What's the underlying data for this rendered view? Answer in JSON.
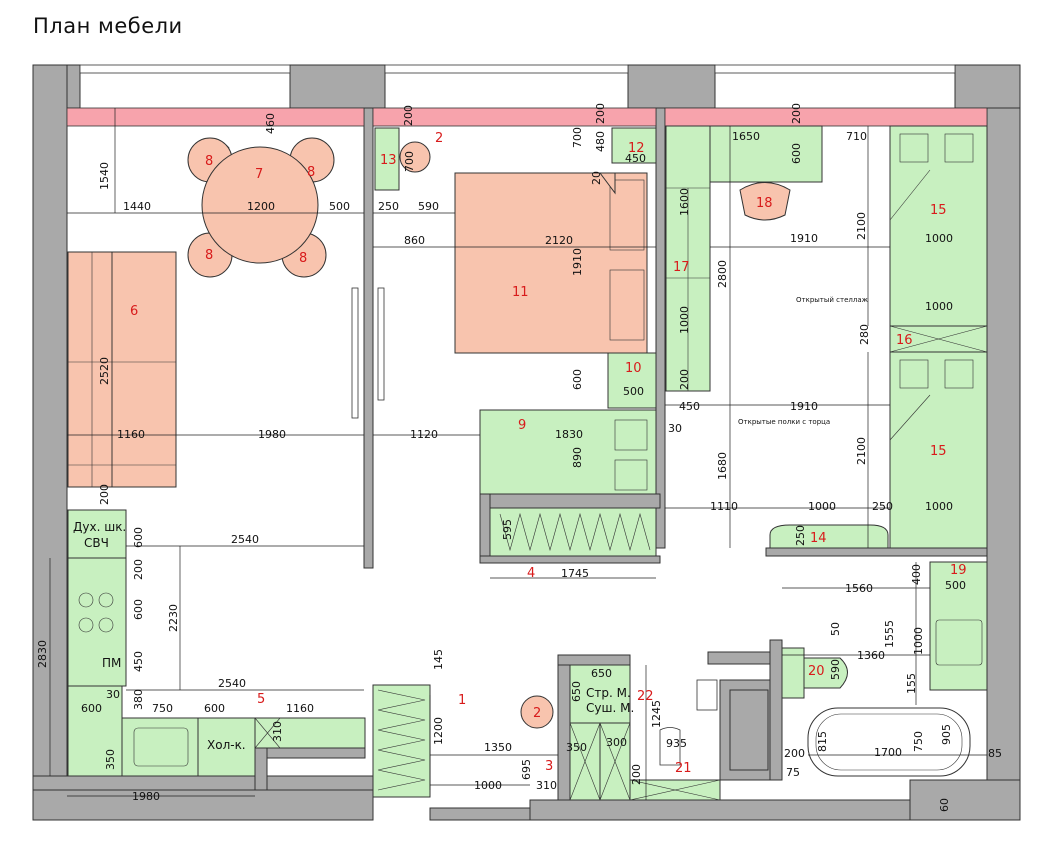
{
  "title": "План мебели",
  "labels": {
    "oven": "Дух. шк.",
    "microwave": "СВЧ",
    "dishwasher": "ПМ",
    "fridge": "Хол-к.",
    "washer": "Стр. М.",
    "dryer": "Суш. М.",
    "open_shelf": "Открытый стеллаж",
    "open_shelves_end": "Открытые полки с торца"
  },
  "furniture_numbers": [
    {
      "id": "n1",
      "text": "1"
    },
    {
      "id": "n2a",
      "text": "2"
    },
    {
      "id": "n2b",
      "text": "2"
    },
    {
      "id": "n3",
      "text": "3"
    },
    {
      "id": "n4",
      "text": "4"
    },
    {
      "id": "n5",
      "text": "5"
    },
    {
      "id": "n6",
      "text": "6"
    },
    {
      "id": "n7",
      "text": "7"
    },
    {
      "id": "n8a",
      "text": "8"
    },
    {
      "id": "n8b",
      "text": "8"
    },
    {
      "id": "n8c",
      "text": "8"
    },
    {
      "id": "n8d",
      "text": "8"
    },
    {
      "id": "n9",
      "text": "9"
    },
    {
      "id": "n10",
      "text": "10"
    },
    {
      "id": "n11",
      "text": "11"
    },
    {
      "id": "n12",
      "text": "12"
    },
    {
      "id": "n13",
      "text": "13"
    },
    {
      "id": "n14",
      "text": "14"
    },
    {
      "id": "n15a",
      "text": "15"
    },
    {
      "id": "n15b",
      "text": "15"
    },
    {
      "id": "n16",
      "text": "16"
    },
    {
      "id": "n17",
      "text": "17"
    },
    {
      "id": "n18",
      "text": "18"
    },
    {
      "id": "n19",
      "text": "19"
    },
    {
      "id": "n20",
      "text": "20"
    },
    {
      "id": "n21",
      "text": "21"
    },
    {
      "id": "n22",
      "text": "22"
    }
  ],
  "dimensions": [
    {
      "id": "d460",
      "text": "460"
    },
    {
      "id": "d1540",
      "text": "1540"
    },
    {
      "id": "d1440",
      "text": "1440"
    },
    {
      "id": "d1200a",
      "text": "1200"
    },
    {
      "id": "d500a",
      "text": "500"
    },
    {
      "id": "d2520",
      "text": "2520"
    },
    {
      "id": "d1160a",
      "text": "1160"
    },
    {
      "id": "d1980a",
      "text": "1980"
    },
    {
      "id": "d200a",
      "text": "200"
    },
    {
      "id": "d600a",
      "text": "600"
    },
    {
      "id": "d2540a",
      "text": "2540"
    },
    {
      "id": "d200b",
      "text": "200"
    },
    {
      "id": "d600b",
      "text": "600"
    },
    {
      "id": "d2230",
      "text": "2230"
    },
    {
      "id": "d450a",
      "text": "450"
    },
    {
      "id": "d2830",
      "text": "2830"
    },
    {
      "id": "d30a",
      "text": "30"
    },
    {
      "id": "d380",
      "text": "380"
    },
    {
      "id": "d750a",
      "text": "750"
    },
    {
      "id": "d600c",
      "text": "600"
    },
    {
      "id": "d2540b",
      "text": "2540"
    },
    {
      "id": "d1160b",
      "text": "1160"
    },
    {
      "id": "d600d",
      "text": "600"
    },
    {
      "id": "d310a",
      "text": "310"
    },
    {
      "id": "d350a",
      "text": "350"
    },
    {
      "id": "d1980b",
      "text": "1980"
    },
    {
      "id": "d200c",
      "text": "200"
    },
    {
      "id": "d700a",
      "text": "700"
    },
    {
      "id": "d250a",
      "text": "250"
    },
    {
      "id": "d590a",
      "text": "590"
    },
    {
      "id": "d860",
      "text": "860"
    },
    {
      "id": "d2120",
      "text": "2120"
    },
    {
      "id": "d1910a",
      "text": "1910"
    },
    {
      "id": "d700b",
      "text": "700"
    },
    {
      "id": "d480",
      "text": "480"
    },
    {
      "id": "d200d",
      "text": "200"
    },
    {
      "id": "d450b",
      "text": "450"
    },
    {
      "id": "d20",
      "text": "20"
    },
    {
      "id": "d600e",
      "text": "600"
    },
    {
      "id": "d500b",
      "text": "500"
    },
    {
      "id": "d1120",
      "text": "1120"
    },
    {
      "id": "d1830",
      "text": "1830"
    },
    {
      "id": "d890",
      "text": "890"
    },
    {
      "id": "d30b",
      "text": "30"
    },
    {
      "id": "d595",
      "text": "595"
    },
    {
      "id": "d1745",
      "text": "1745"
    },
    {
      "id": "d1650",
      "text": "1650"
    },
    {
      "id": "d200e",
      "text": "200"
    },
    {
      "id": "d710",
      "text": "710"
    },
    {
      "id": "d600f",
      "text": "600"
    },
    {
      "id": "d1600",
      "text": "1600"
    },
    {
      "id": "d2100a",
      "text": "2100"
    },
    {
      "id": "d1000a",
      "text": "1000"
    },
    {
      "id": "d1910b",
      "text": "1910"
    },
    {
      "id": "d2800",
      "text": "2800"
    },
    {
      "id": "d1000b",
      "text": "1000"
    },
    {
      "id": "d1000c",
      "text": "1000"
    },
    {
      "id": "d280",
      "text": "280"
    },
    {
      "id": "d200f",
      "text": "200"
    },
    {
      "id": "d450c",
      "text": "450"
    },
    {
      "id": "d1910c",
      "text": "1910"
    },
    {
      "id": "d1680",
      "text": "1680"
    },
    {
      "id": "d2100b",
      "text": "2100"
    },
    {
      "id": "d1110",
      "text": "1110"
    },
    {
      "id": "d1000d",
      "text": "1000"
    },
    {
      "id": "d250b",
      "text": "250"
    },
    {
      "id": "d1000e",
      "text": "1000"
    },
    {
      "id": "d250c",
      "text": "250"
    },
    {
      "id": "d1560",
      "text": "1560"
    },
    {
      "id": "d400",
      "text": "400"
    },
    {
      "id": "d500c",
      "text": "500"
    },
    {
      "id": "d1555",
      "text": "1555"
    },
    {
      "id": "d50",
      "text": "50"
    },
    {
      "id": "d1360",
      "text": "1360"
    },
    {
      "id": "d1000f",
      "text": "1000"
    },
    {
      "id": "d590b",
      "text": "590"
    },
    {
      "id": "d155",
      "text": "155"
    },
    {
      "id": "d145",
      "text": "145"
    },
    {
      "id": "d650a",
      "text": "650"
    },
    {
      "id": "d650b",
      "text": "650"
    },
    {
      "id": "d1245",
      "text": "1245"
    },
    {
      "id": "d1200b",
      "text": "1200"
    },
    {
      "id": "d1350",
      "text": "1350"
    },
    {
      "id": "d350b",
      "text": "350"
    },
    {
      "id": "d300",
      "text": "300"
    },
    {
      "id": "d935",
      "text": "935"
    },
    {
      "id": "d695",
      "text": "695"
    },
    {
      "id": "d1000g",
      "text": "1000"
    },
    {
      "id": "d310b",
      "text": "310"
    },
    {
      "id": "d200g",
      "text": "200"
    },
    {
      "id": "d815",
      "text": "815"
    },
    {
      "id": "d1700",
      "text": "1700"
    },
    {
      "id": "d750b",
      "text": "750"
    },
    {
      "id": "d905",
      "text": "905"
    },
    {
      "id": "d85",
      "text": "85"
    },
    {
      "id": "d200h",
      "text": "200"
    },
    {
      "id": "d75",
      "text": "75"
    },
    {
      "id": "d60",
      "text": "60"
    }
  ],
  "colors": {
    "wall": "#a9a9a9",
    "built_in": "#c8f0c0",
    "soft_furniture": "#f8c4ae",
    "window_band": "#f7a3ac",
    "number_red": "#d81b1b"
  }
}
